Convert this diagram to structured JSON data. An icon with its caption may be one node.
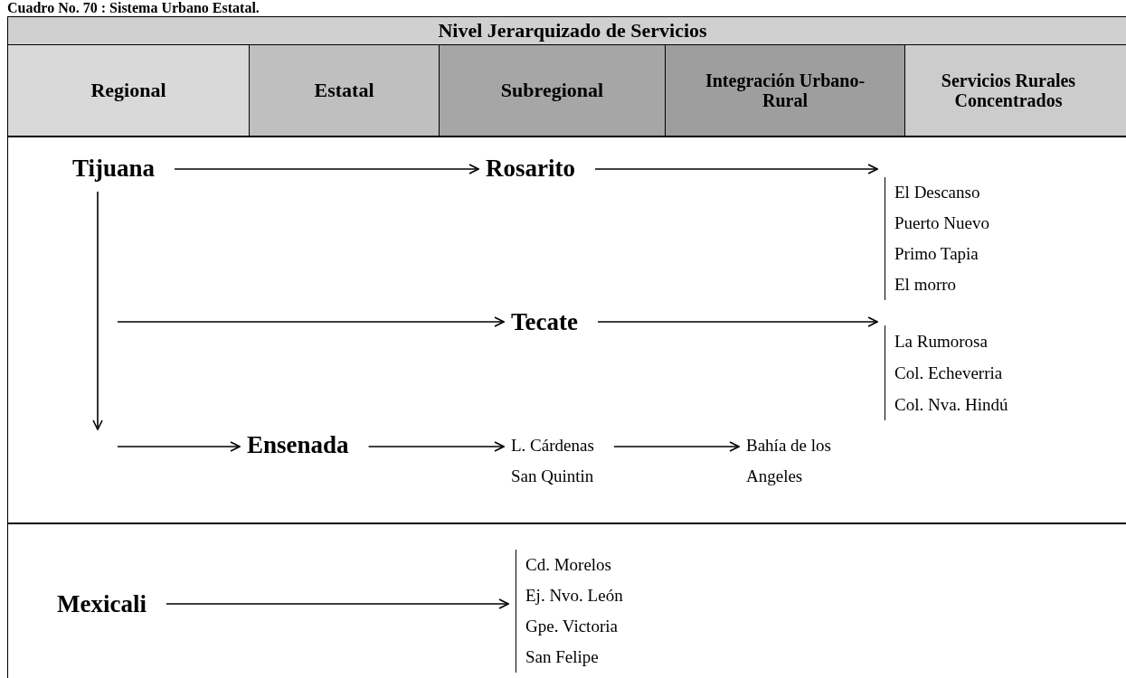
{
  "diagram": {
    "title": "Cuadro No. 70 : Sistema Urbano Estatal.",
    "nodes": [
      {
        "text": [
          "Tijuana"
        ]
      },
      {
        "text": [
          "Rosarito"
        ]
      },
      {
        "text": [
          "El Descanso",
          "Puerto Nuevo",
          "Primo Tapia",
          "El morro"
        ]
      },
      {
        "text": [
          "Tecate"
        ]
      },
      {
        "text": [
          "La Rumorosa",
          "Col. Echeverria",
          "Col. Nva. Hindú"
        ]
      },
      {
        "text": [
          "Ensenada"
        ]
      },
      {
        "text": [
          "L. Cárdenas",
          "San Quintin"
        ]
      },
      {
        "text": [
          "Bahía de los Angeles"
        ]
      },
      {
        "text": [
          "Mexicali"
        ]
      },
      {
        "text": [
          "Cd. Morelos",
          "Ej. Nvo. León",
          "Gpe. Victoria",
          "San Felipe"
        ]
      }
    ],
    "edges": [
      {
        "from": 0,
        "to": 1,
        "arrow": "to"
      },
      {
        "from": 1,
        "to": 2,
        "arrow": "to"
      },
      {
        "from": 0,
        "to": null,
        "arrow": "to"
      },
      {
        "from": null,
        "to": 3,
        "arrow": "to"
      },
      {
        "from": 3,
        "to": 4,
        "arrow": "to"
      },
      {
        "from": null,
        "to": 5,
        "arrow": "to"
      },
      {
        "from": 5,
        "to": 6,
        "arrow": "to"
      },
      {
        "from": 6,
        "to": 7,
        "arrow": "to"
      },
      {
        "from": 8,
        "to": 9,
        "arrow": "to"
      }
    ],
    "labels": [
      "Nivel Jerarquizado de Servicios",
      "Regional",
      "Estatal",
      "Subregional",
      "Integración Urbano-Rural",
      "Servicios Rurales Concentrados"
    ]
  }
}
